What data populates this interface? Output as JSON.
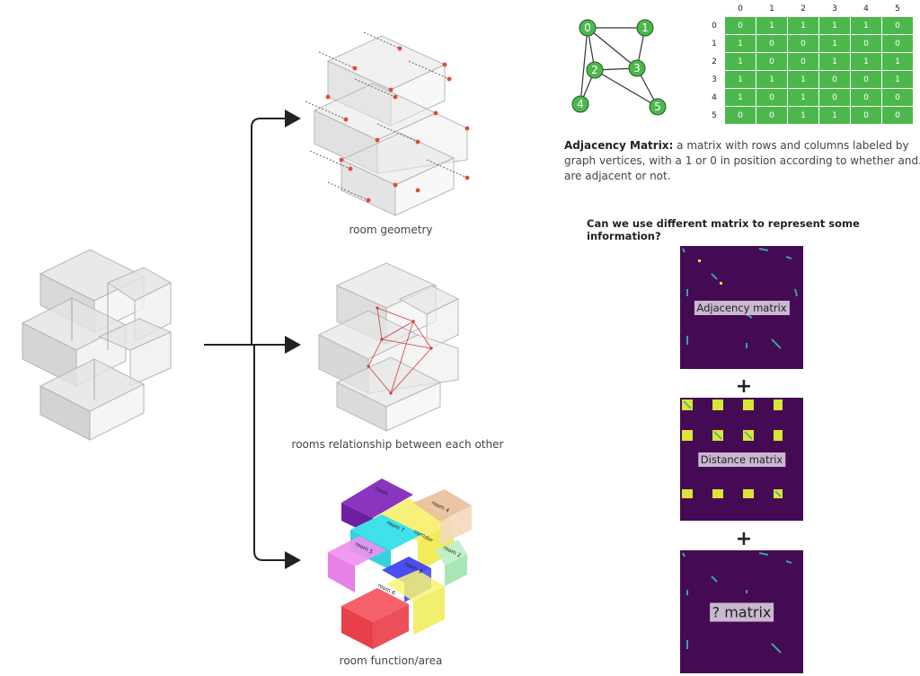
{
  "captions": {
    "geometry": "room geometry",
    "relationship": "rooms relationship between each other",
    "function": "room function/area"
  },
  "graph": {
    "nodes": [
      "0",
      "1",
      "2",
      "3",
      "4",
      "5"
    ]
  },
  "adjacency": {
    "headers": [
      "0",
      "1",
      "2",
      "3",
      "4",
      "5"
    ],
    "rows": [
      [
        "0",
        "1",
        "1",
        "1",
        "1",
        "0"
      ],
      [
        "1",
        "0",
        "0",
        "1",
        "0",
        "0"
      ],
      [
        "1",
        "0",
        "0",
        "1",
        "1",
        "1"
      ],
      [
        "1",
        "1",
        "1",
        "0",
        "0",
        "1"
      ],
      [
        "1",
        "0",
        "1",
        "0",
        "0",
        "0"
      ],
      [
        "0",
        "0",
        "1",
        "1",
        "0",
        "0"
      ]
    ]
  },
  "definition": {
    "term": "Adjacency Matrix:",
    "text": " a matrix with rows and columns labeled by graph vertices, with a 1 or 0 in position according to whether and. are adjacent or not."
  },
  "question": "Can we use different matrix to represent some information?",
  "matrices": {
    "m1": "Adjacency matrix",
    "m2": "Distance matrix",
    "m3": "? matrix",
    "plus": "+"
  },
  "room_labels": [
    "room",
    "room 4",
    "room 7",
    "corridor",
    "room 2",
    "room 5",
    "room 3",
    "room 6"
  ],
  "colors": {
    "node": "#4cb84c",
    "matrix_bg": "#440b54",
    "highlight": "#d8e636",
    "teal": "#3aa39a"
  }
}
